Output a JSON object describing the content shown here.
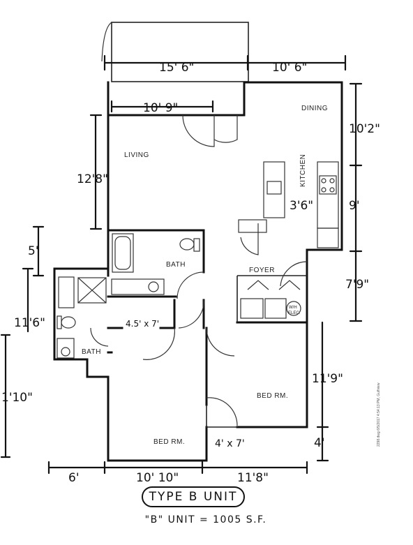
{
  "title": "TYPE B UNIT",
  "subtitle": "\"B\" UNIT = 1005 S.F.",
  "stamp": "2298.dwg 6/5/2017 4:54:13 PM, Gulfview",
  "rooms": {
    "dining": "DINING",
    "living": "LIVING",
    "kitchen": "KITCHEN",
    "bath_main": "BATH",
    "foyer": "FOYER",
    "bath_second": "BATH",
    "bed_rm_right": "BED RM.",
    "bed_rm_left": "BED RM.",
    "wh_elec": "W/H",
    "wh_elec_2": "ELEC."
  },
  "dimensions": {
    "top_left": "15' 6\"",
    "top_right": "10' 6\"",
    "living_width": "10' 9\"",
    "right_dining": "10'2\"",
    "living_height": "12'8\"",
    "kitchen_depth": "3'6\"",
    "right_kitchen": "9'",
    "left_bath": "5'",
    "right_foyer": "7'9\"",
    "left_bath2": "11'6\"",
    "closet_main": "4.5' x 7'",
    "right_bed": "11'9\"",
    "left_bed": "1'10\"",
    "closet_bed": "4' x 7'",
    "right_small": "4'",
    "bottom_left": "6'",
    "bottom_mid": "10' 10\"",
    "bottom_right": "11'8\""
  }
}
